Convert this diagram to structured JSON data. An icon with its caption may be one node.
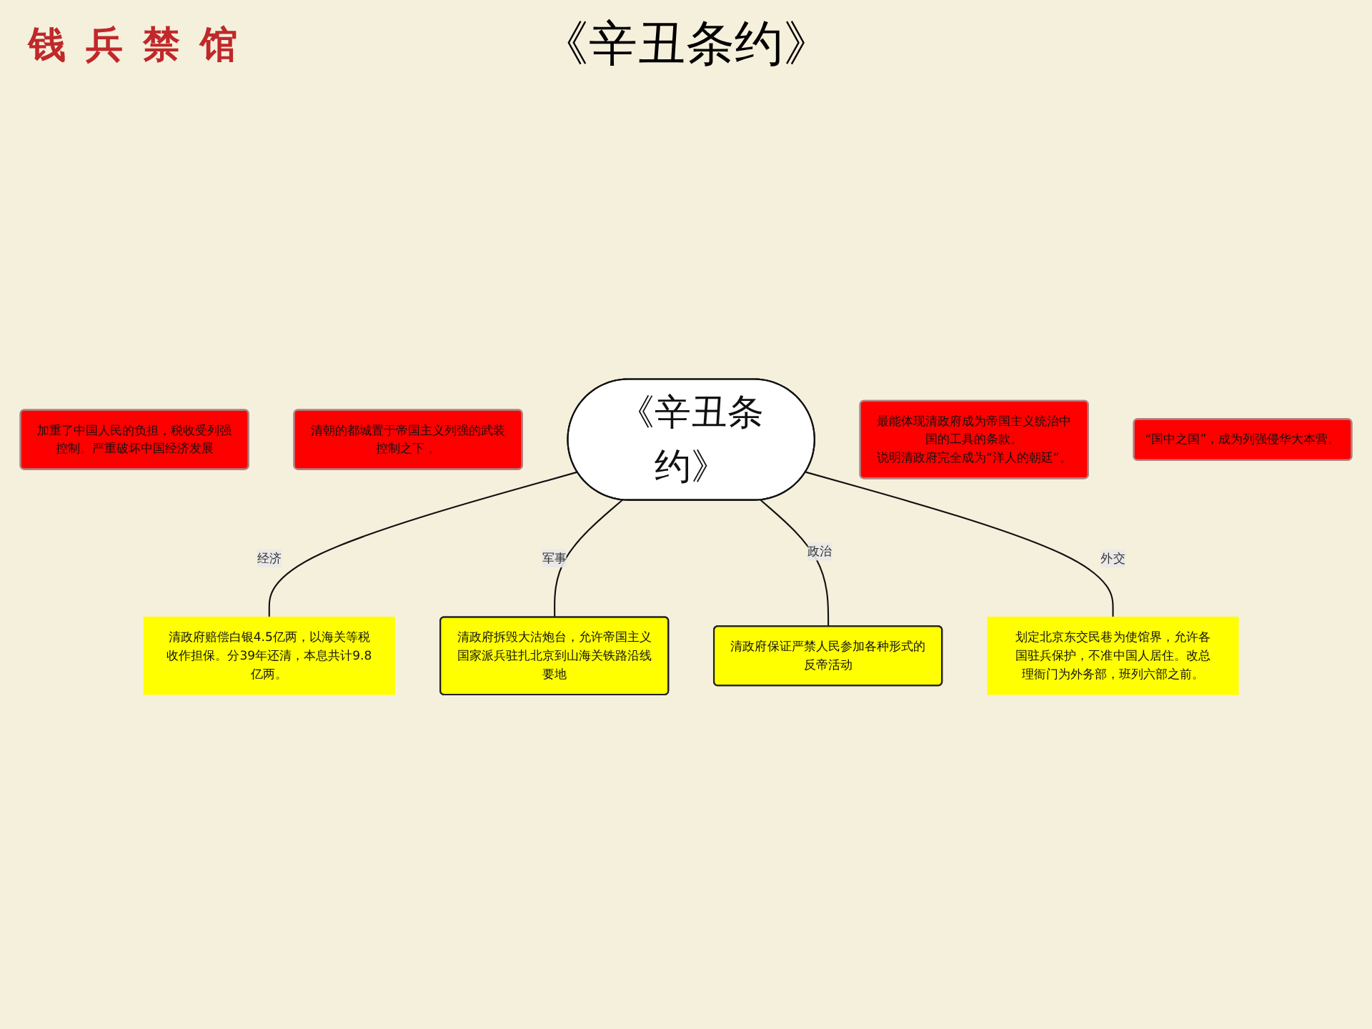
{
  "diagram": {
    "title": "《辛丑条约》",
    "nodes": [
      {
        "text": [
          "加重了中国人民的负担，税收受列强控制。严重破坏中国经济发展"
        ]
      },
      {
        "text": [
          "清朝的都城置于帝国主义列强的武装控制之下 。"
        ]
      },
      {
        "text": [
          "清政府赔偿白银4.5亿两，以海关等税收作担保。分39年还清，本息共计9.8亿两。"
        ]
      },
      {
        "text": [
          "清政府拆毁大沽炮台，允许帝国主义国家派兵驻扎北京到山海关铁路沿线要地"
        ]
      },
      {
        "text": [
          "《辛丑条约》"
        ]
      },
      {
        "text": [
          "清政府保证严禁人民参加各种形式的反帝活动"
        ]
      },
      {
        "text": [
          "划定北京东交民巷为使馆界，允许各国驻兵保护，不准中国人居住。改总理衙门为外务部，班列六部之前。"
        ]
      },
      {
        "text": [
          "最能体现清政府成为帝国主义统治中国的工具的条款。",
          "说明清政府完全成为“洋人的朝廷”。"
        ]
      },
      {
        "text": [
          "“国中之国”，成为列强侵华大本营。"
        ]
      }
    ],
    "edges": [
      {
        "from": 4,
        "to": 2,
        "arrow": "none",
        "label": "经济"
      },
      {
        "from": 4,
        "to": 3,
        "arrow": "none",
        "label": "军事"
      },
      {
        "from": 4,
        "to": 5,
        "arrow": "none",
        "label": "政治"
      },
      {
        "from": 4,
        "to": 6,
        "arrow": "none",
        "label": "外交"
      }
    ],
    "labels": [
      "钱",
      "兵",
      "禁",
      "馆"
    ]
  }
}
